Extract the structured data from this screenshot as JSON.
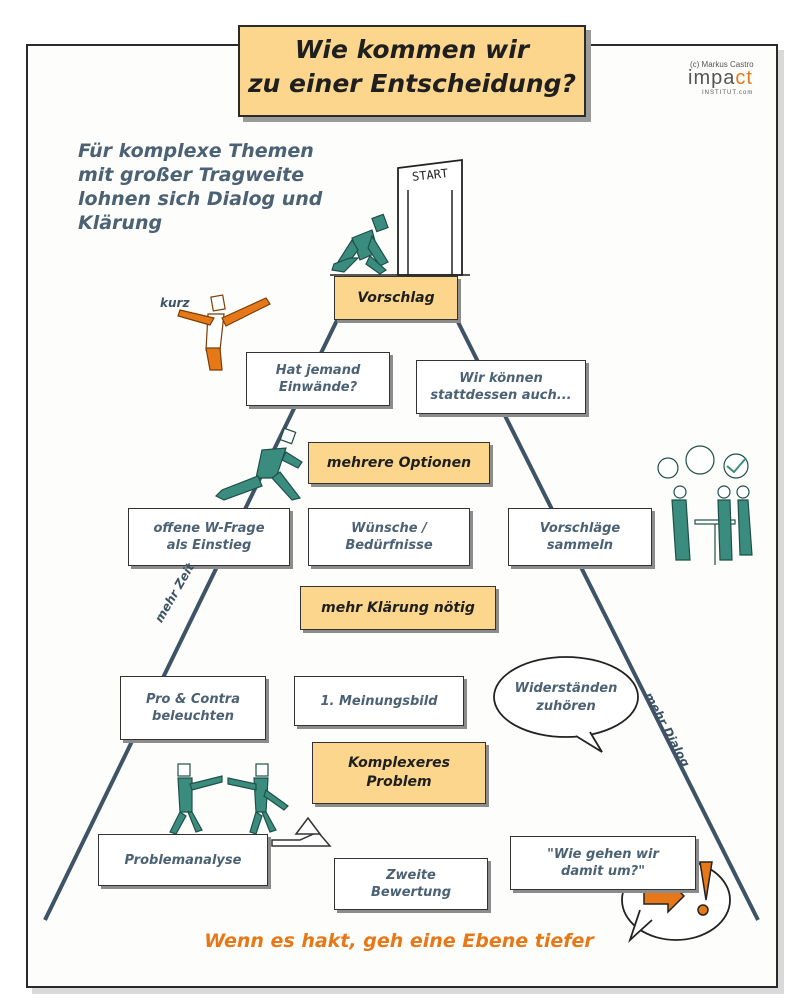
{
  "title": {
    "line1": "Wie kommen wir",
    "line2": "zu einer Entscheidung?"
  },
  "brand": {
    "copyright": "(c) Markus Castro",
    "name_a": "impa",
    "name_b": "ct",
    "sub": "INSTITUT.com"
  },
  "intro": [
    "Für komplexe Themen",
    "mit großer Tragweite",
    "lohnen sich Dialog und",
    "Klärung"
  ],
  "start_sign": "START",
  "annotation_kurz": "kurz",
  "levels": {
    "vorschlag": "Vorschlag",
    "optionen": "mehrere Optionen",
    "klaerung": "mehr Klärung nötig",
    "komplex": [
      "Komplexeres",
      "Problem"
    ]
  },
  "cards": {
    "einwaende": [
      "Hat jemand",
      "Einwände?"
    ],
    "stattdessen": [
      "Wir können",
      "stattdessen auch..."
    ],
    "w_frage": [
      "offene W-Frage",
      "als Einstieg"
    ],
    "wuensche": [
      "Wünsche /",
      "Bedürfnisse"
    ],
    "sammeln": [
      "Vorschläge",
      "sammeln"
    ],
    "pro_contra": [
      "Pro & Contra",
      "beleuchten"
    ],
    "meinungsbild": "1. Meinungsbild",
    "problemanalyse": "Problemanalyse",
    "zweite": [
      "Zweite",
      "Bewertung"
    ],
    "wie_gehen": [
      "\"Wie gehen wir",
      "damit um?\""
    ]
  },
  "bubble": [
    "Widerständen",
    "zuhören"
  ],
  "axis": {
    "left": "mehr Zeit",
    "right": "mehr Dialog"
  },
  "footer": "Wenn es hakt, geh eine Ebene tiefer",
  "colors": {
    "orange": "#e67817",
    "teal": "#3a8d7e",
    "box": "#fbd68c",
    "navy": "#3e5466"
  }
}
